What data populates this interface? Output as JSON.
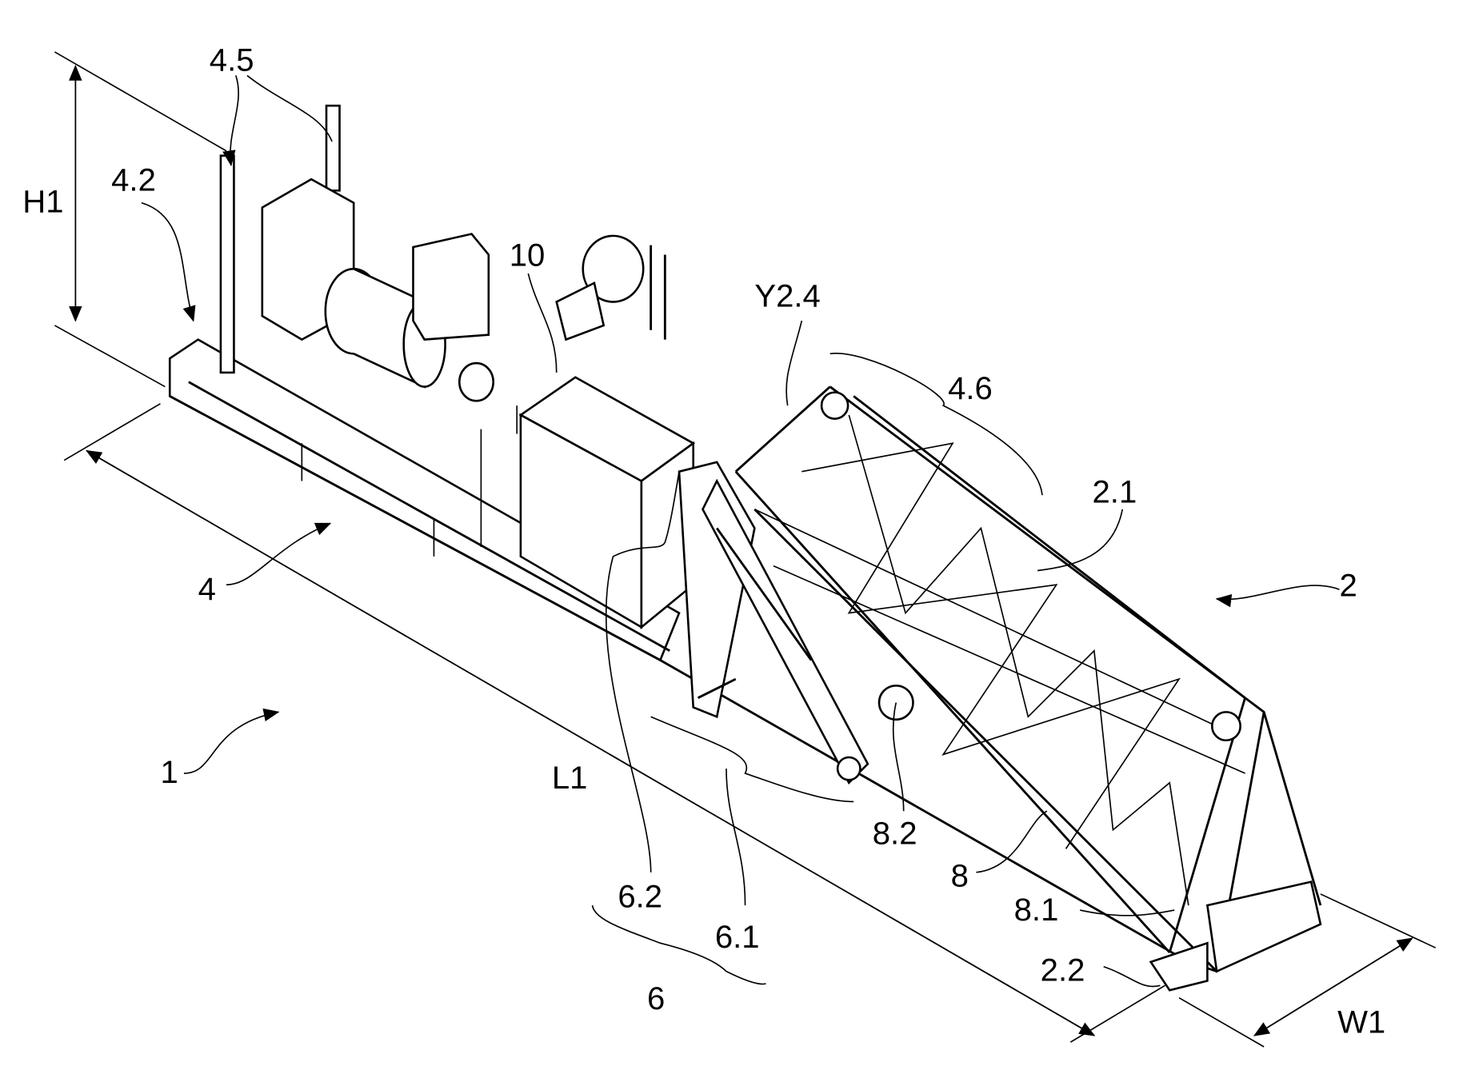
{
  "figure": {
    "labels": {
      "ref_4_5": "4.5",
      "ref_4_2": "4.2",
      "dim_h1": "H1",
      "ref_10": "10",
      "ref_y2_4": "Y2.4",
      "ref_4_6": "4.6",
      "ref_2_1": "2.1",
      "ref_2": "2",
      "ref_4": "4",
      "ref_1": "1",
      "dim_l1": "L1",
      "ref_8_2": "8.2",
      "ref_8": "8",
      "ref_6_2": "6.2",
      "ref_6_1": "6.1",
      "ref_8_1": "8.1",
      "ref_2_2": "2.2",
      "ref_6": "6",
      "dim_w1": "W1"
    }
  }
}
